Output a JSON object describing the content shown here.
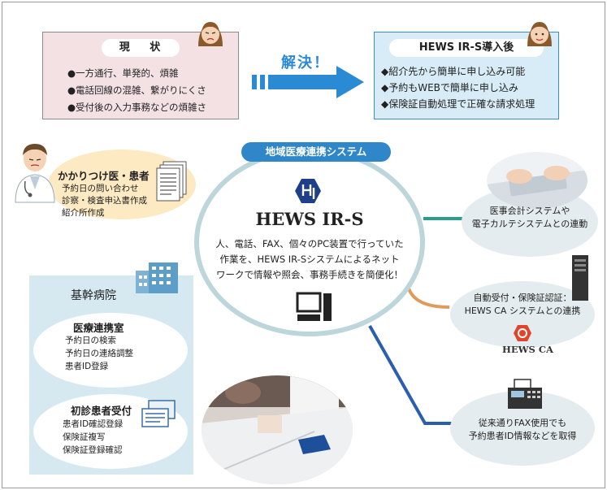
{
  "current": {
    "title": "現 状",
    "items": [
      "●一方通行、単発的、煩雑",
      "●電話回線の混雑、繋がりにくさ",
      "●受付後の入力事務などの煩雑さ"
    ]
  },
  "solve": {
    "label": "解決！"
  },
  "after": {
    "title": "HEWS IR-S導入後",
    "items": [
      "◆紹介先から簡単に申し込み可能",
      "◆予約もWEBで簡単に申し込み",
      "◆保険証自動処理で正確な請求処理"
    ]
  },
  "family": {
    "title": "かかりつけ医・患者",
    "items": [
      "予約日の問い合わせ",
      "診察・検査申込書作成",
      "紹介所作成"
    ]
  },
  "system": {
    "badge": "地域医療連携システム",
    "name": "HEWS IR-S",
    "description": [
      "人、電話、FAX、個々のPC装置で行っていた",
      "作業を、HEWS IR-Sシステムによるネット",
      "ワークで情報や照会、事務手続きを簡便化！"
    ]
  },
  "hospital": {
    "title": "基幹病院",
    "renkei": {
      "title": "医療連携室",
      "items": [
        "予約日の検索",
        "予約日の連絡調整",
        "患者ID登録"
      ]
    },
    "shoshin": {
      "title": "初診患者受付",
      "items": [
        "患者ID確認登録",
        "保険証複写",
        "保険証登録確認"
      ]
    }
  },
  "right": {
    "kaikei": [
      "医事会計システムや",
      "電子カルテシステムとの連動"
    ],
    "jidou": [
      "自動受付・保険証認証：",
      "HEWS CA システムとの連携"
    ],
    "hewsca": "HEWS CA",
    "fax": [
      "従来通りFAX使用でも",
      "予約患者ID情報などを取得"
    ]
  },
  "colors": {
    "current_bg": "#f3e1e4",
    "after_bg": "#d7ecf6",
    "accent_blue": "#2f86c8",
    "line_green": "#2a9d8f",
    "line_orange": "#e09a5c",
    "line_blue": "#2a5fb0",
    "hospital_bg": "#d6e9f1",
    "family_bg": "#fde9c2"
  }
}
